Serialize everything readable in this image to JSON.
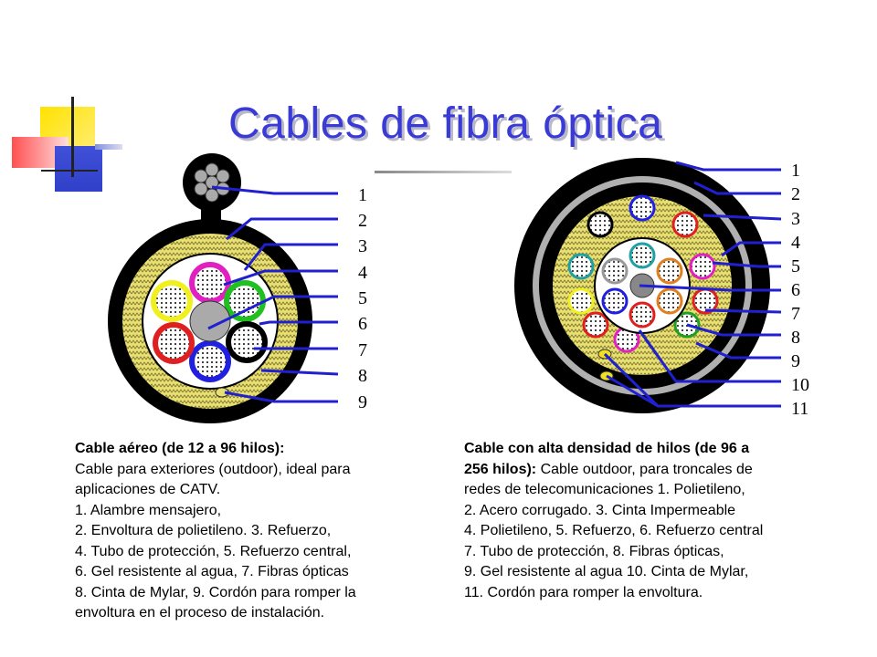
{
  "title": "Cables de fibra óptica",
  "left_labels": [
    "1",
    "2",
    "3",
    "4",
    "5",
    "6",
    "7",
    "8",
    "9"
  ],
  "right_labels": [
    "1",
    "2",
    "3",
    "4",
    "5",
    "6",
    "7",
    "8",
    "9",
    "10",
    "11"
  ],
  "left_caption": {
    "heading": "Cable aéreo (de 12 a 96 hilos):",
    "lines": [
      "Cable para exteriores (outdoor), ideal para",
      "aplicaciones de CATV.",
      "1. Alambre mensajero,",
      "2. Envoltura de polietileno. 3. Refuerzo,",
      "4. Tubo de protección, 5. Refuerzo central,",
      "6. Gel resistente al agua, 7. Fibras ópticas",
      "8. Cinta de Mylar, 9. Cordón para romper la",
      "envoltura en el proceso de instalación."
    ]
  },
  "right_caption": {
    "heading_line1": "Cable con alta densidad de hilos (de 96 a",
    "heading_line2_bold": "256 hilos):",
    "heading_line2_rest": " Cable outdoor, para troncales de",
    "lines": [
      "redes de telecomunicaciones 1. Polietileno,",
      "2. Acero corrugado. 3. Cinta Impermeable",
      "4. Polietileno, 5. Refuerzo, 6. Refuerzo central",
      "7. Tubo de protección, 8. Fibras ópticas,",
      "9. Gel resistente al agua 10. Cinta de Mylar,",
      "11. Cordón para romper la envoltura."
    ]
  },
  "colors": {
    "title": "#3a3ad6",
    "yellow_fill": "#e8e070",
    "tube_magenta": "#e020c0",
    "tube_green": "#20c020",
    "tube_yellow": "#f0f020",
    "tube_red": "#e02020",
    "tube_blue": "#2020e0",
    "tube_teal": "#20a0a0",
    "tube_gray": "#999999"
  }
}
